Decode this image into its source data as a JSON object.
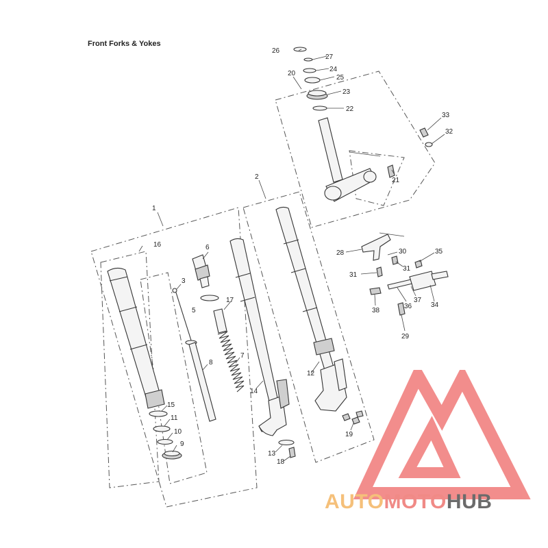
{
  "title": "Front Forks & Yokes",
  "callouts": [
    {
      "id": "c1",
      "label": "1"
    },
    {
      "id": "c2",
      "label": "2"
    },
    {
      "id": "c3",
      "label": "3"
    },
    {
      "id": "c5",
      "label": "5"
    },
    {
      "id": "c6",
      "label": "6"
    },
    {
      "id": "c7",
      "label": "7"
    },
    {
      "id": "c8",
      "label": "8"
    },
    {
      "id": "c9",
      "label": "9"
    },
    {
      "id": "c10",
      "label": "10"
    },
    {
      "id": "c11",
      "label": "11"
    },
    {
      "id": "c12",
      "label": "12"
    },
    {
      "id": "c13",
      "label": "13"
    },
    {
      "id": "c14",
      "label": "14"
    },
    {
      "id": "c15",
      "label": "15"
    },
    {
      "id": "c16",
      "label": "16"
    },
    {
      "id": "c17",
      "label": "17"
    },
    {
      "id": "c18",
      "label": "18"
    },
    {
      "id": "c19",
      "label": "19"
    },
    {
      "id": "c20",
      "label": "20"
    },
    {
      "id": "c21",
      "label": "21"
    },
    {
      "id": "c22",
      "label": "22"
    },
    {
      "id": "c23",
      "label": "23"
    },
    {
      "id": "c24",
      "label": "24"
    },
    {
      "id": "c25",
      "label": "25"
    },
    {
      "id": "c26",
      "label": "26"
    },
    {
      "id": "c27",
      "label": "27"
    },
    {
      "id": "c28",
      "label": "28"
    },
    {
      "id": "c29",
      "label": "29"
    },
    {
      "id": "c30",
      "label": "30"
    },
    {
      "id": "c31a",
      "label": "31"
    },
    {
      "id": "c31b",
      "label": "31"
    },
    {
      "id": "c32",
      "label": "32"
    },
    {
      "id": "c33",
      "label": "33"
    },
    {
      "id": "c34",
      "label": "34"
    },
    {
      "id": "c35",
      "label": "35"
    },
    {
      "id": "c36",
      "label": "36"
    },
    {
      "id": "c37",
      "label": "37"
    },
    {
      "id": "c38",
      "label": "38"
    }
  ],
  "watermark": {
    "parts": [
      "AUTO",
      "MOTO",
      "HUB"
    ],
    "colors": {
      "auto": "#f5c07a",
      "moto": "#f08a86",
      "hub": "#6b6b6b",
      "logo": "#f07a78"
    }
  }
}
